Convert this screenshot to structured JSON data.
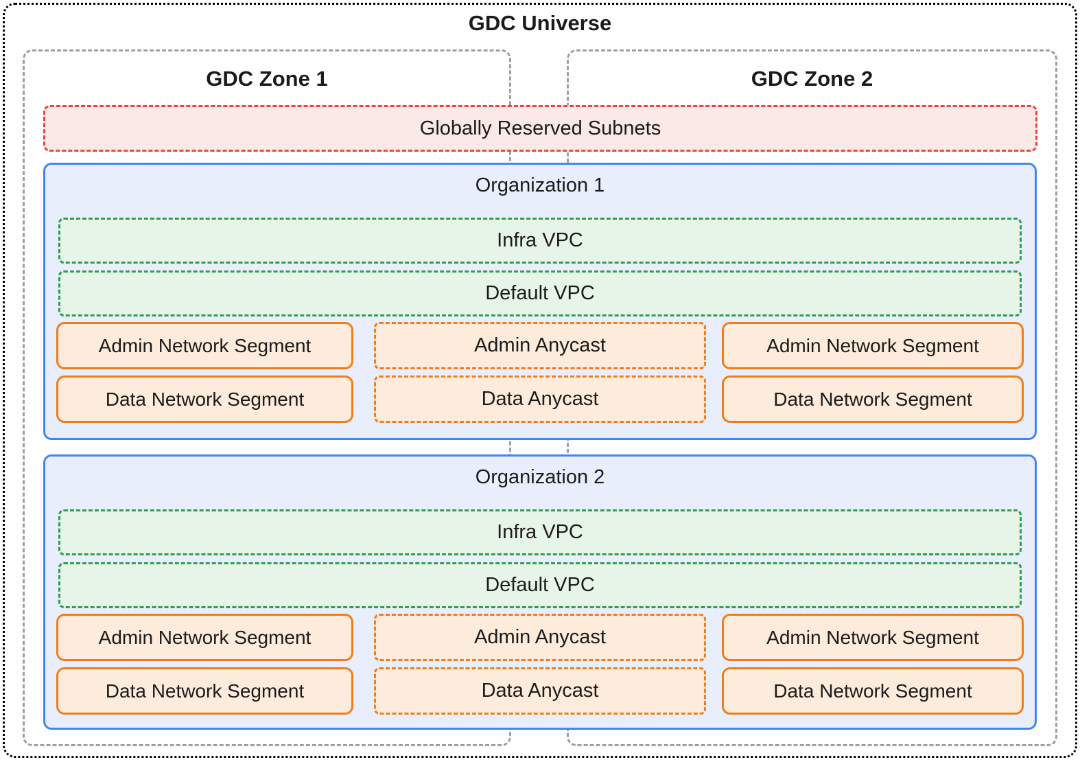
{
  "diagram": {
    "title": "GDC Universe",
    "zones": [
      {
        "label": "GDC Zone 1"
      },
      {
        "label": "GDC Zone 2"
      }
    ],
    "globally_reserved_subnets": {
      "label": "Globally Reserved Subnets"
    },
    "organizations": [
      {
        "title": "Organization 1",
        "vpcs": [
          {
            "label": "Infra VPC"
          },
          {
            "label": "Default VPC"
          }
        ],
        "network_rows": [
          {
            "zone1_segment": "Admin Network Segment",
            "anycast": "Admin Anycast",
            "zone2_segment": "Admin Network Segment"
          },
          {
            "zone1_segment": "Data Network Segment",
            "anycast": "Data Anycast",
            "zone2_segment": "Data Network Segment"
          }
        ]
      },
      {
        "title": "Organization 2",
        "vpcs": [
          {
            "label": "Infra VPC"
          },
          {
            "label": "Default VPC"
          }
        ],
        "network_rows": [
          {
            "zone1_segment": "Admin Network Segment",
            "anycast": "Admin Anycast",
            "zone2_segment": "Admin Network Segment"
          },
          {
            "zone1_segment": "Data Network Segment",
            "anycast": "Data Anycast",
            "zone2_segment": "Data Network Segment"
          }
        ]
      }
    ],
    "colors": {
      "universe_border": "#000000",
      "zone_border": "#9aa0a6",
      "reserved_border": "#e8473c",
      "reserved_fill": "#fbe9e7",
      "org_border": "#4285f4",
      "org_fill": "#e8eefc",
      "vpc_border": "#2f9e52",
      "vpc_fill": "#e7f4e8",
      "segment_border": "#f07d1b",
      "segment_fill": "#fdebdb"
    }
  }
}
